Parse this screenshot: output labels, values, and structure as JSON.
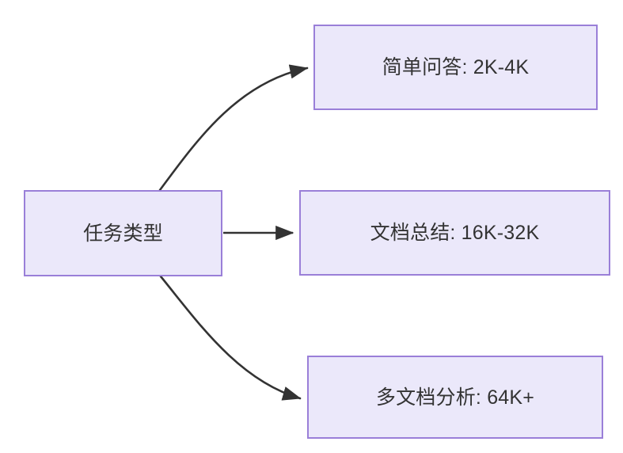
{
  "diagram": {
    "type": "flowchart",
    "direction": "left-to-right",
    "background_color": "#ffffff",
    "node_fill_color": "#ebe8fa",
    "node_border_color": "#9a7fd8",
    "node_text_color": "#333333",
    "edge_color": "#333333",
    "nodes": [
      {
        "id": "source",
        "label": "任务类型"
      },
      {
        "id": "simple_qa",
        "label": "简单问答: 2K-4K"
      },
      {
        "id": "doc_summary",
        "label": "文档总结: 16K-32K"
      },
      {
        "id": "multi_doc",
        "label": "多文档分析: 64K+"
      }
    ],
    "edges": [
      {
        "from": "source",
        "to": "simple_qa",
        "style": "curved",
        "arrow": "triangle",
        "label": ""
      },
      {
        "from": "source",
        "to": "doc_summary",
        "style": "straight",
        "arrow": "triangle",
        "label": ""
      },
      {
        "from": "source",
        "to": "multi_doc",
        "style": "curved",
        "arrow": "triangle",
        "label": ""
      }
    ]
  }
}
